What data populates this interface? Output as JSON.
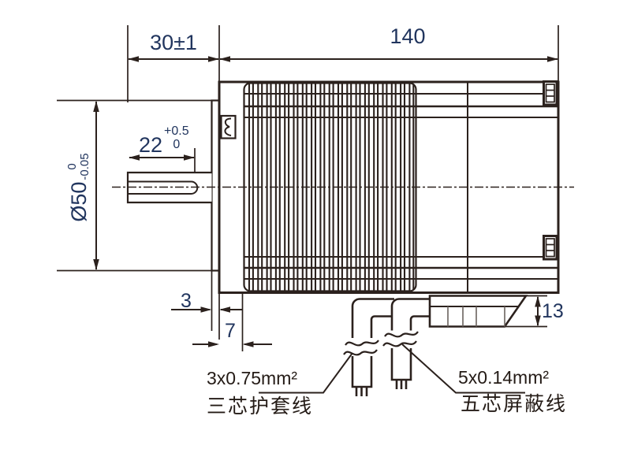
{
  "dimensions": {
    "shaft_extension": "30±1",
    "body_length": "140",
    "keyway_length": "22",
    "keyway_tol_upper": "+0.5",
    "keyway_tol_lower": "0",
    "pilot_diameter": "Ø50",
    "pilot_tol_upper": "0",
    "pilot_tol_lower": "-0.05",
    "flange_thickness": "3",
    "front_section_depth": "7",
    "connector_height": "13"
  },
  "cables": {
    "left": {
      "spec": "3x0.75mm²",
      "name": "三芯护套线"
    },
    "right": {
      "spec": "5x0.14mm²",
      "name": "五芯屏蔽线"
    }
  },
  "colors": {
    "line": "#2b211d",
    "dimension_text": "#21355e",
    "label_text": "#241b16"
  }
}
